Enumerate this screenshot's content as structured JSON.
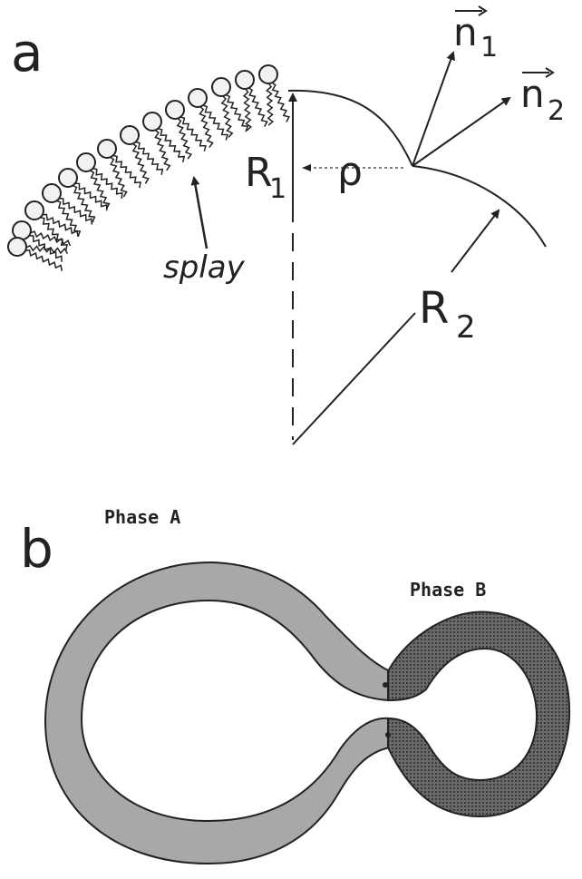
{
  "panel_a": {
    "letter": "a",
    "normal_1": {
      "base": "n",
      "sub": "1"
    },
    "normal_2": {
      "base": "n",
      "sub": "2"
    },
    "radius_1": {
      "base": "R",
      "sub": "1"
    },
    "radius_2": {
      "base": "R",
      "sub": "2"
    },
    "rho": "ρ",
    "splay": "splay"
  },
  "panel_b": {
    "letter": "b",
    "phase_a": "Phase A",
    "phase_b": "Phase B",
    "colors": {
      "phase_a": "#a8a8a8",
      "phase_b": "#5c5c5c",
      "line": "#222222"
    }
  }
}
